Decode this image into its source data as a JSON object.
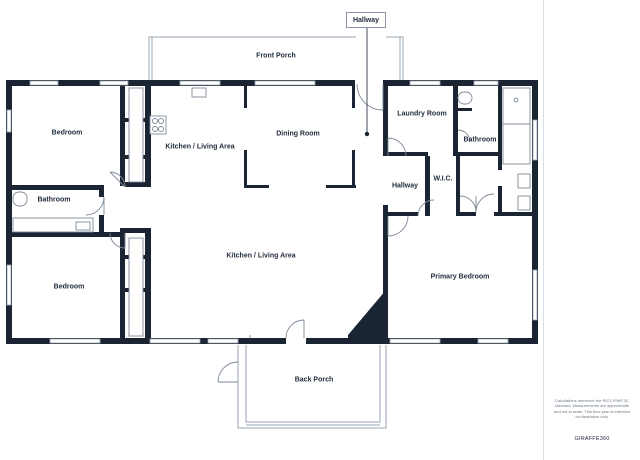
{
  "rooms": {
    "front_porch": "Front Porch",
    "hallway_top": "Hallway",
    "bedroom_top": "Bedroom",
    "kitchen_living_top": "Kitchen / Living Area",
    "dining_room": "Dining Room",
    "laundry_room": "Laundry Room",
    "bathroom_right": "Bathroom",
    "bathroom_left": "Bathroom",
    "hallway_right": "Hallway",
    "wic": "W.I.C.",
    "kitchen_living_center": "Kitchen / Living Area",
    "bedroom_bottom": "Bedroom",
    "primary_bedroom": "Primary Bedroom",
    "back_porch": "Back Porch"
  },
  "footer": {
    "disclaimer": "Calculations reference the RICS IPMS 3C standard. Measurements are approximate and not to scale. This floor plan is intended for illustration only.",
    "brand": "GIRAFFE360"
  },
  "colors": {
    "wall": "#1b2433",
    "line": "#8a96a6",
    "background": "#ffffff"
  }
}
